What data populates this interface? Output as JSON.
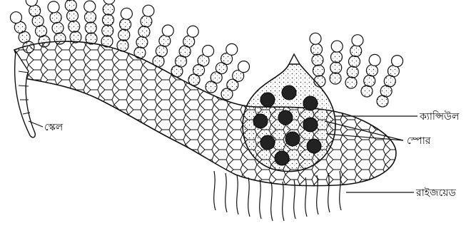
{
  "labels": {
    "capsule": "ক্যাপ্সিউল",
    "spore": "স্পোর",
    "rhizoid": "রাইজয়েড",
    "scale": "স্কেল"
  }
}
